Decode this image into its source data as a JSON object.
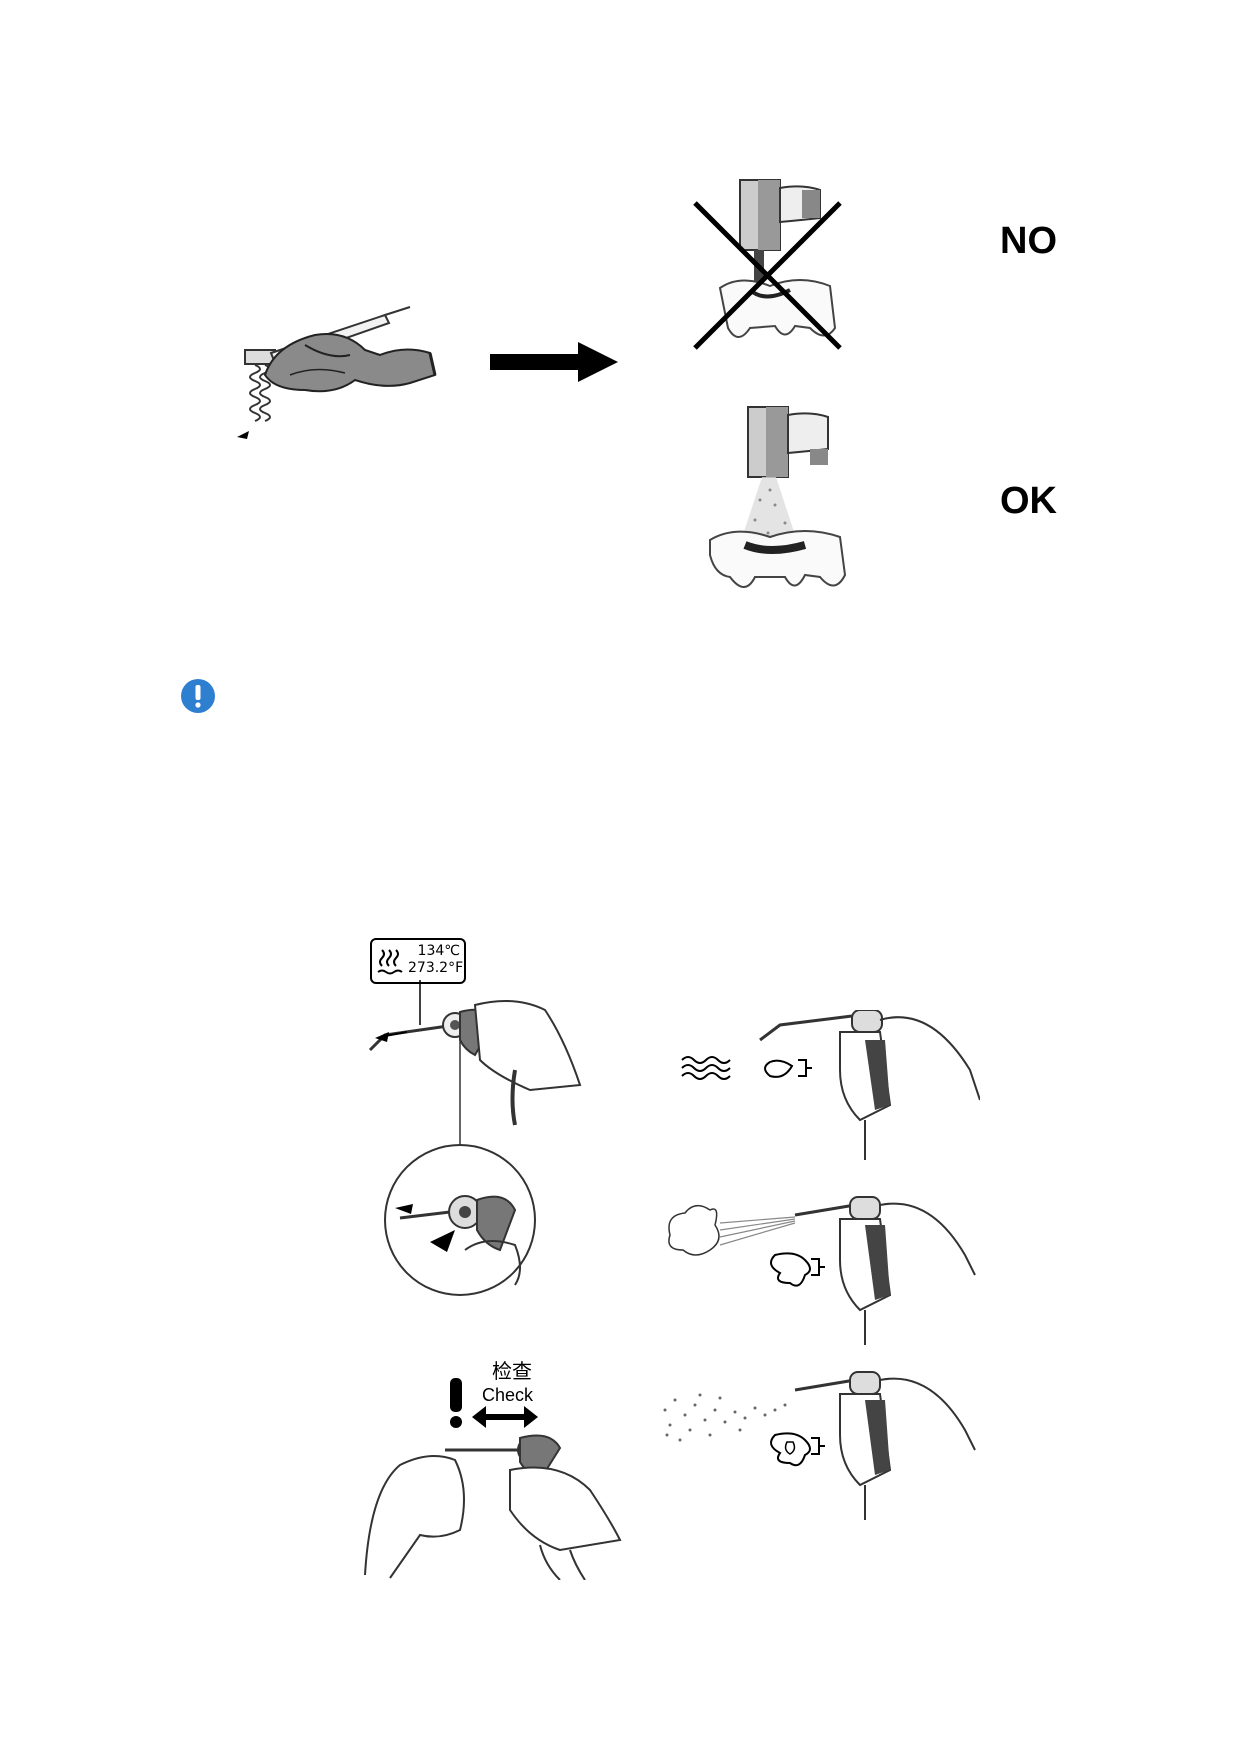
{
  "top_section": {
    "wrong_label": "NO",
    "correct_label": "OK"
  },
  "notice": {
    "icon": "exclamation-circle-icon",
    "icon_color": "#2f7fd1"
  },
  "sterilization": {
    "temp_c": "134℃",
    "temp_f": "273.2°F"
  },
  "check": {
    "label_cn": "检查",
    "label_en": "Check"
  }
}
